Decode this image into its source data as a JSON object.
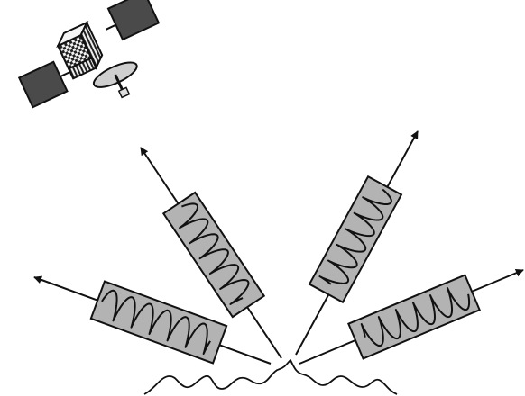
{
  "figure": {
    "background": "#ffffff",
    "ink_color": "#111111",
    "panel_dark": "#4a4a4a",
    "envelope_fill": "#b3b3b3",
    "body_light": "#dcdcdc"
  },
  "satellite": {
    "icon": "satellite-icon"
  },
  "wave_packets": [
    {
      "name": "packet-left",
      "waves": 6
    },
    {
      "name": "packet-upper-left",
      "waves": 6
    },
    {
      "name": "packet-upper-right",
      "waves": 6
    },
    {
      "name": "packet-right",
      "waves": 6
    }
  ],
  "ground": {
    "icon": "rough-surface-icon"
  }
}
